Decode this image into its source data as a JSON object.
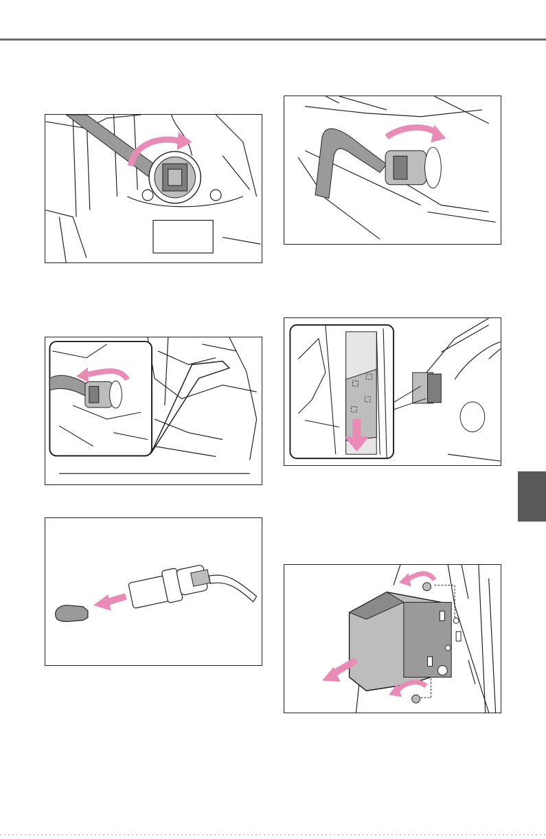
{
  "page": {
    "tab_color": "#595959",
    "rule_color": "#6b6b6b",
    "arrow_color": "#e88cb6"
  },
  "illustrations": [
    {
      "id": "fig-1",
      "depicts": "hand-twisting-bulb-socket-icon"
    },
    {
      "id": "fig-2",
      "depicts": "twist-socket-with-cable-icon"
    },
    {
      "id": "fig-3",
      "depicts": "socket-removal-detail-icon"
    },
    {
      "id": "fig-4",
      "depicts": "clip-release-downward-icon"
    },
    {
      "id": "fig-5",
      "depicts": "pull-wedge-bulb-icon"
    },
    {
      "id": "fig-6",
      "depicts": "remove-lamp-screws-icon"
    }
  ]
}
